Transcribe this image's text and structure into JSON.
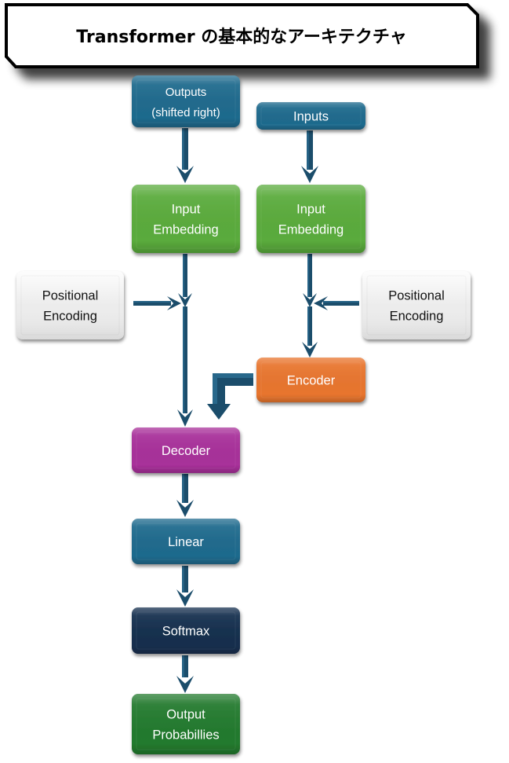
{
  "title": "Transformer の基本的なアーキテクチャ",
  "colors": {
    "arrow": "#1b4d6b",
    "arrow_light": "#2e7398",
    "title_border": "#000000",
    "shadow": "#6e6e6e"
  },
  "nodes": {
    "outputs_shifted": {
      "lines": [
        "Outputs",
        "(shifted right)"
      ],
      "fill": "#1f6a8d",
      "text": "#ffffff"
    },
    "inputs": {
      "lines": [
        "Inputs"
      ],
      "fill": "#1f6a8d",
      "text": "#ffffff"
    },
    "decoder_embedding": {
      "lines": [
        "Input",
        "Embedding"
      ],
      "fill": "#5aab3c",
      "text": "#ffffff"
    },
    "encoder_embedding": {
      "lines": [
        "Input",
        "Embedding"
      ],
      "fill": "#5aab3c",
      "text": "#ffffff"
    },
    "positional_encoding_left": {
      "lines": [
        "Positional",
        "Encoding"
      ],
      "fill": "#ececec",
      "text": "#111111"
    },
    "positional_encoding_right": {
      "lines": [
        "Positional",
        "Encoding"
      ],
      "fill": "#ececec",
      "text": "#111111"
    },
    "encoder": {
      "lines": [
        "Encoder"
      ],
      "fill": "#e8752e",
      "text": "#ffffff"
    },
    "decoder": {
      "lines": [
        "Decoder"
      ],
      "fill": "#a8309a",
      "text": "#ffffff"
    },
    "linear": {
      "lines": [
        "Linear"
      ],
      "fill": "#1f6a8d",
      "text": "#ffffff"
    },
    "softmax": {
      "lines": [
        "Softmax"
      ],
      "fill": "#152f4e",
      "text": "#ffffff"
    },
    "output_probabilities": {
      "lines": [
        "Output",
        "Probabillies"
      ],
      "fill": "#237a2e",
      "text": "#ffffff"
    }
  },
  "edges": [
    {
      "from": "outputs_shifted",
      "to": "decoder_embedding"
    },
    {
      "from": "inputs",
      "to": "encoder_embedding"
    },
    {
      "from": "decoder_embedding",
      "to": "decoder",
      "via": "positional_encoding_left"
    },
    {
      "from": "encoder_embedding",
      "to": "encoder",
      "via": "positional_encoding_right"
    },
    {
      "from": "encoder",
      "to": "decoder"
    },
    {
      "from": "decoder",
      "to": "linear"
    },
    {
      "from": "linear",
      "to": "softmax"
    },
    {
      "from": "softmax",
      "to": "output_probabilities"
    }
  ]
}
